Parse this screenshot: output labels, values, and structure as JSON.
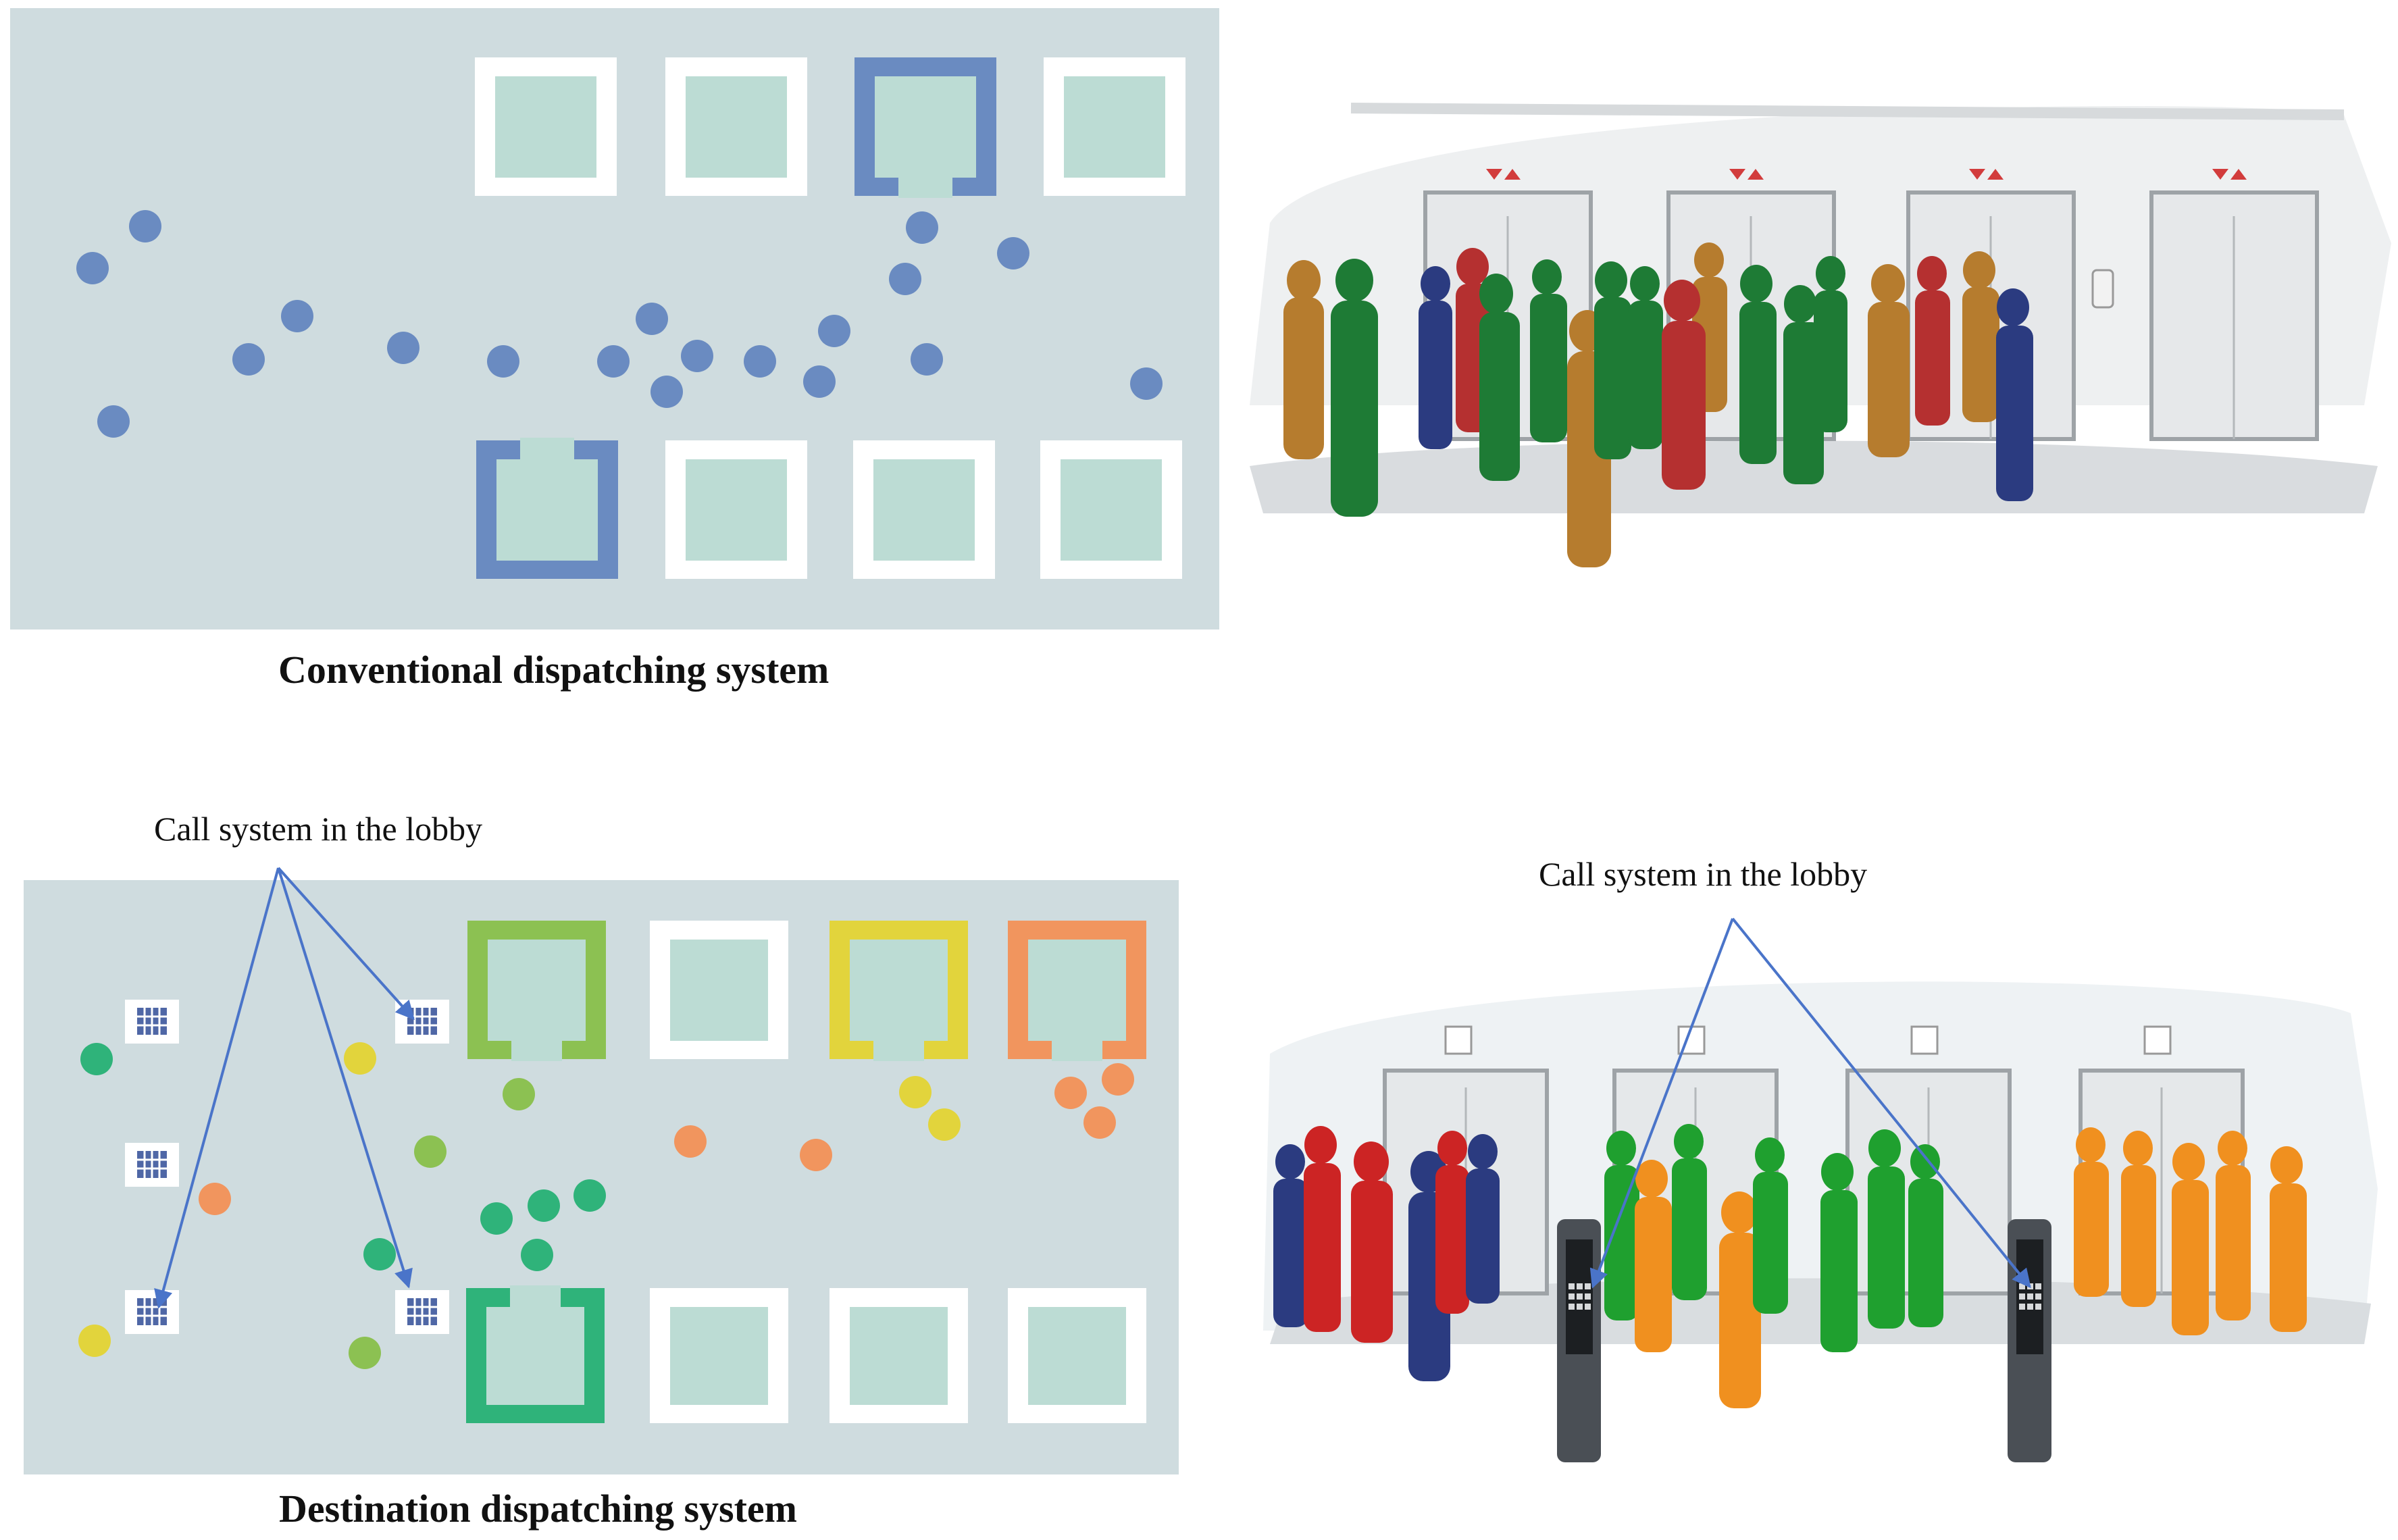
{
  "captions": {
    "conventional": "Conventional dispatching system",
    "destination": "Destination dispatching system"
  },
  "annotations": {
    "left_call_label": "Call system in the lobby",
    "right_call_label": "Call system in the lobby"
  },
  "colors": {
    "panel_bg": "#cfdcdf",
    "car_fill": "#bcdcd4",
    "assigned_blue": "#6a8bc1",
    "passenger_blue": "#6a8bc1",
    "green_light": "#8cc152",
    "green_dark": "#2fb37a",
    "yellow": "#e2d43c",
    "orange": "#f1955e",
    "arrow": "#4a74c9"
  },
  "icons": {
    "keypad": "keypad-icon",
    "arrow": "arrow-pointer"
  }
}
